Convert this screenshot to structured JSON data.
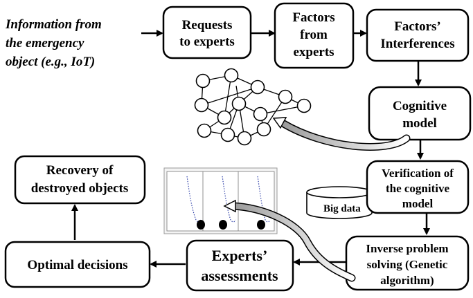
{
  "intro_text": [
    "Information from",
    "the emergency",
    "object (e.g., IoT)"
  ],
  "boxes": {
    "requests": [
      "Requests",
      "to experts"
    ],
    "factors": [
      "Factors",
      "from",
      "experts"
    ],
    "interferences": [
      "Factors’",
      "Interferences"
    ],
    "cognitive": [
      "Cognitive",
      "model"
    ],
    "verification": [
      "Verification of",
      "the cognitive",
      "model"
    ],
    "inverse": [
      "Inverse problem",
      "solving (Genetic",
      "algorithm)"
    ],
    "assessments": [
      "Experts’",
      "assessments"
    ],
    "optimal": [
      "Optimal decisions"
    ],
    "recovery": [
      "Recovery of",
      "destroyed objects"
    ]
  },
  "big_data_label": "Big data",
  "icons": {
    "network": "cognitive-network-graph",
    "plot": "assessment-plot-thumbnail",
    "database": "database-cylinder"
  }
}
